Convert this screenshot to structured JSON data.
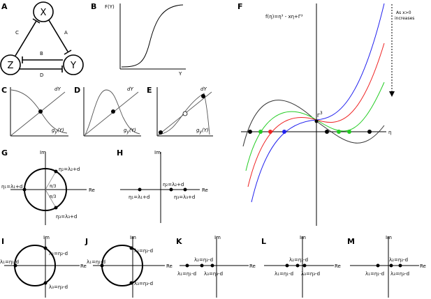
{
  "panels": {
    "A": "A",
    "B": "B",
    "C": "C",
    "D": "D",
    "E": "E",
    "F": "F",
    "G": "G",
    "H": "H",
    "I": "I",
    "J": "J",
    "K": "K",
    "L": "L",
    "M": "M"
  },
  "panel_a": {
    "nodes": {
      "x": "X",
      "z": "Z",
      "y": "Y"
    },
    "edges": {
      "a": "A",
      "b": "B",
      "c": "C",
      "d": "D"
    }
  },
  "panel_b": {
    "ylabel": "F(Y)",
    "xlabel": "Y"
  },
  "panel_cde": {
    "line": "dY",
    "curve": "g",
    "curve_sub": "y",
    "curve_arg": "(Y)"
  },
  "panel_f": {
    "equation": "f(η)=η³ - xη+Γ³",
    "annotation_line1": "As x>0",
    "annotation_line2": "increases",
    "gamma_label": "Γ",
    "gamma_sup": "3",
    "axis_label": "η",
    "colors": {
      "black": "#000000",
      "green": "#22cc22",
      "red": "#ee2222",
      "blue": "#2222ee"
    }
  },
  "complex_axes": {
    "im": "Im",
    "re": "Re"
  },
  "panel_g": {
    "eta1": "η₁=λ₁+d",
    "eta2": "η₂=λ₂+d",
    "eta3": "η₃=λ₃+d",
    "angle_top": "π/3",
    "angle_bottom": "π/3"
  },
  "panel_h": {
    "eta1": "η₁=λ₁+d",
    "eta2": "η₂=λ₂+d",
    "eta3": "η₃=λ₃+d"
  },
  "panel_i": {
    "l1": "λ₁=η₁-d",
    "l2": "λ₂=η₂-d",
    "l3": "λ₃=η₃-d"
  },
  "panel_j": {
    "l1": "λ₁=η₁-d",
    "l2": "λ₂=η₂-d",
    "l3": "λ₃=η₃-d"
  },
  "panel_k": {
    "l1": "λ₁=η₁-d",
    "l2": "λ₂=η₂-d",
    "l3": "λ₃=η₃-d"
  },
  "panel_l": {
    "l1": "λ₁=η₁-d",
    "l2": "λ₂=η₂-d",
    "l3": "λ₃=η₃-d"
  },
  "panel_m": {
    "l1": "λ₁=η₁-d",
    "l2": "λ₂=η₂-d",
    "l3": "λ₃=η₃-d"
  }
}
